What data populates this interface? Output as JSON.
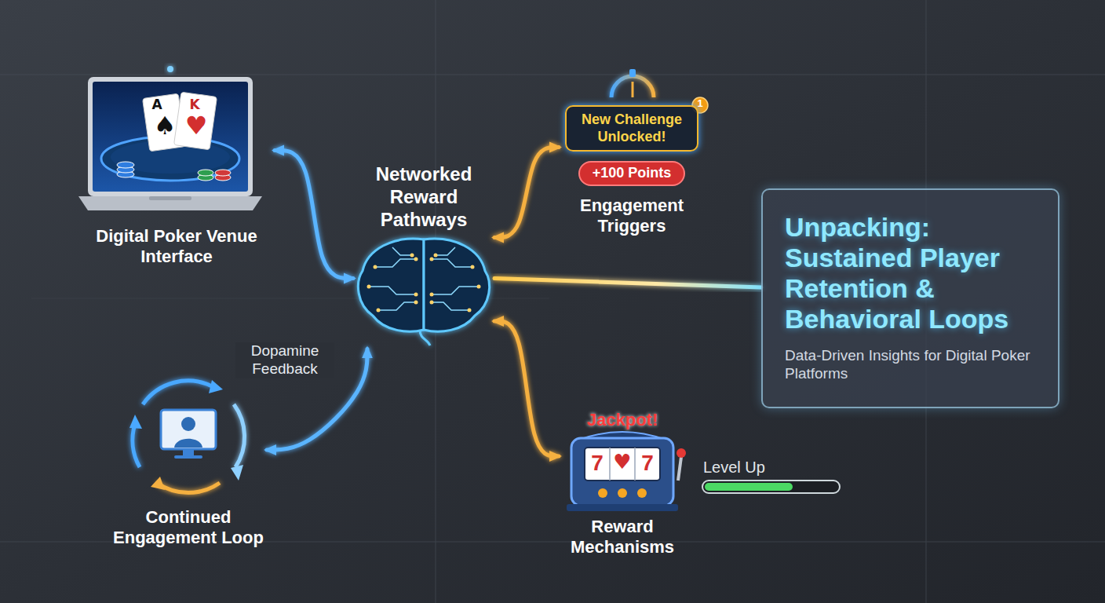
{
  "diagram": {
    "nodes": [
      {
        "text": [
          "Digital Poker Venue Interface"
        ]
      },
      {
        "text": [
          "Networked Reward Pathways"
        ]
      },
      {
        "text": [
          "Engagement Triggers"
        ]
      },
      {
        "text": [
          "New Challenge Unlocked!"
        ],
        "in": 2
      },
      {
        "text": [
          "+100 Points"
        ],
        "in": 2
      },
      {
        "text": [
          "Unpacking: Sustained Player Retention & Behavioral Loops",
          "Data-Driven Insights for Digital Poker Platforms"
        ]
      },
      {
        "text": [
          "Continued Engagement Loop"
        ]
      },
      {
        "text": [
          "Reward Mechanisms"
        ]
      }
    ],
    "edges": [
      {
        "from": 0,
        "to": 1,
        "arrow": "both"
      },
      {
        "from": 1,
        "to": 2,
        "arrow": "both"
      },
      {
        "from": 1,
        "to": 6,
        "label": "Dopamine Feedback",
        "arrow": "both"
      },
      {
        "from": 1,
        "to": 7,
        "arrow": "both"
      },
      {
        "from": 1,
        "to": 5,
        "arrow": "none"
      }
    ],
    "labels": [
      "A",
      "♠",
      "K",
      "♥",
      "1",
      "Jackpot!",
      "7",
      "♥",
      "7",
      "Level Up"
    ]
  }
}
